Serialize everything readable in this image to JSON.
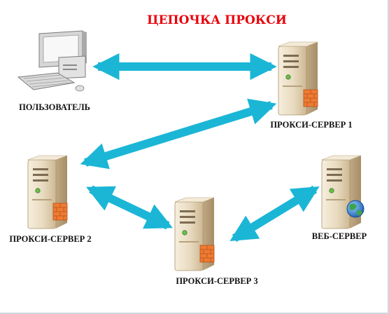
{
  "title": "ЦЕПОЧКА ПРОКСИ",
  "colors": {
    "title": "#e8000b",
    "arrow": "#1bb6d6",
    "server_body": "#e9dcc4",
    "server_shade": "#c9b48f",
    "firewall": "#ef7b33",
    "globe": "#2f7fd8"
  },
  "nodes": {
    "user": {
      "label": "ПОЛЬЗОВАТЕЛЬ",
      "icon": "workstation-icon"
    },
    "proxy1": {
      "label": "ПРОКСИ-СЕРВЕР 1",
      "icon": "server-firewall-icon"
    },
    "proxy2": {
      "label": "ПРОКСИ-СЕРВЕР 2",
      "icon": "server-firewall-icon"
    },
    "proxy3": {
      "label": "ПРОКСИ-СЕРВЕР 3",
      "icon": "server-firewall-icon"
    },
    "web": {
      "label": "ВЕБ-СЕРВЕР",
      "icon": "web-server-globe-icon"
    }
  },
  "connections": [
    {
      "from": "user",
      "to": "proxy1",
      "direction": "both"
    },
    {
      "from": "proxy1",
      "to": "proxy2",
      "direction": "both"
    },
    {
      "from": "proxy2",
      "to": "proxy3",
      "direction": "both"
    },
    {
      "from": "proxy3",
      "to": "web",
      "direction": "both"
    }
  ]
}
